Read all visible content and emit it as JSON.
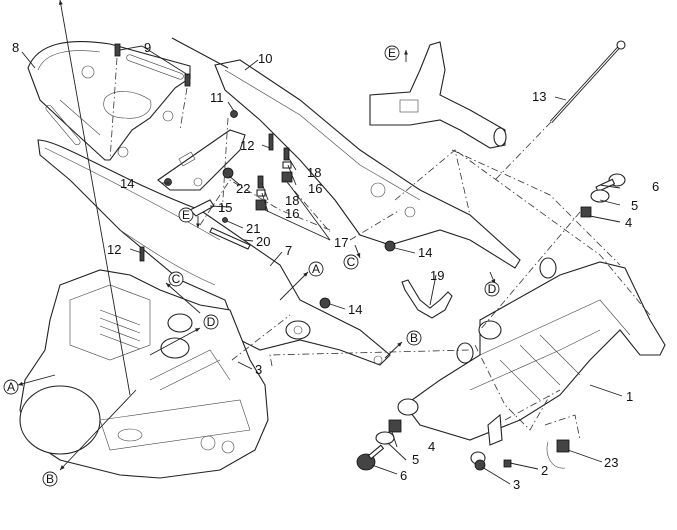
{
  "diagram": {
    "type": "exploded-parts-view",
    "subject": "Motorcycle frame assembly with engine",
    "part_labels": [
      {
        "id": "p1",
        "text": "1"
      },
      {
        "id": "p2",
        "text": "2"
      },
      {
        "id": "p3a",
        "text": "3"
      },
      {
        "id": "p3b",
        "text": "3"
      },
      {
        "id": "p4a",
        "text": "4"
      },
      {
        "id": "p4b",
        "text": "4"
      },
      {
        "id": "p5a",
        "text": "5"
      },
      {
        "id": "p5b",
        "text": "5"
      },
      {
        "id": "p6a",
        "text": "6"
      },
      {
        "id": "p6b",
        "text": "6"
      },
      {
        "id": "p7",
        "text": "7"
      },
      {
        "id": "p8",
        "text": "8"
      },
      {
        "id": "p9",
        "text": "9"
      },
      {
        "id": "p10",
        "text": "10"
      },
      {
        "id": "p11",
        "text": "11"
      },
      {
        "id": "p12a",
        "text": "12"
      },
      {
        "id": "p12b",
        "text": "12"
      },
      {
        "id": "p13",
        "text": "13"
      },
      {
        "id": "p14a",
        "text": "14"
      },
      {
        "id": "p14b",
        "text": "14"
      },
      {
        "id": "p15",
        "text": "15"
      },
      {
        "id": "p16a",
        "text": "16"
      },
      {
        "id": "p16b",
        "text": "16"
      },
      {
        "id": "p16c",
        "text": "16"
      },
      {
        "id": "p17",
        "text": "17"
      },
      {
        "id": "p18a",
        "text": "18"
      },
      {
        "id": "p18b",
        "text": "18"
      },
      {
        "id": "p19",
        "text": "19"
      },
      {
        "id": "p20",
        "text": "20"
      },
      {
        "id": "p21",
        "text": "21"
      },
      {
        "id": "p22",
        "text": "22"
      },
      {
        "id": "p23",
        "text": "23"
      }
    ],
    "reference_letters": [
      {
        "id": "refA1",
        "text": "A"
      },
      {
        "id": "refA2",
        "text": "A"
      },
      {
        "id": "refB1",
        "text": "B"
      },
      {
        "id": "refB2",
        "text": "B"
      },
      {
        "id": "refC1",
        "text": "C"
      },
      {
        "id": "refC2",
        "text": "C"
      },
      {
        "id": "refD1",
        "text": "D"
      },
      {
        "id": "refD2",
        "text": "D"
      },
      {
        "id": "refE1",
        "text": "E"
      },
      {
        "id": "refE2",
        "text": "E"
      }
    ],
    "components": [
      "main-frame",
      "rear-subframe",
      "seat-support-plate",
      "rear-frame-rail",
      "engine",
      "exhaust-manifold",
      "swingarm-pivot-shaft",
      "hardware"
    ]
  }
}
